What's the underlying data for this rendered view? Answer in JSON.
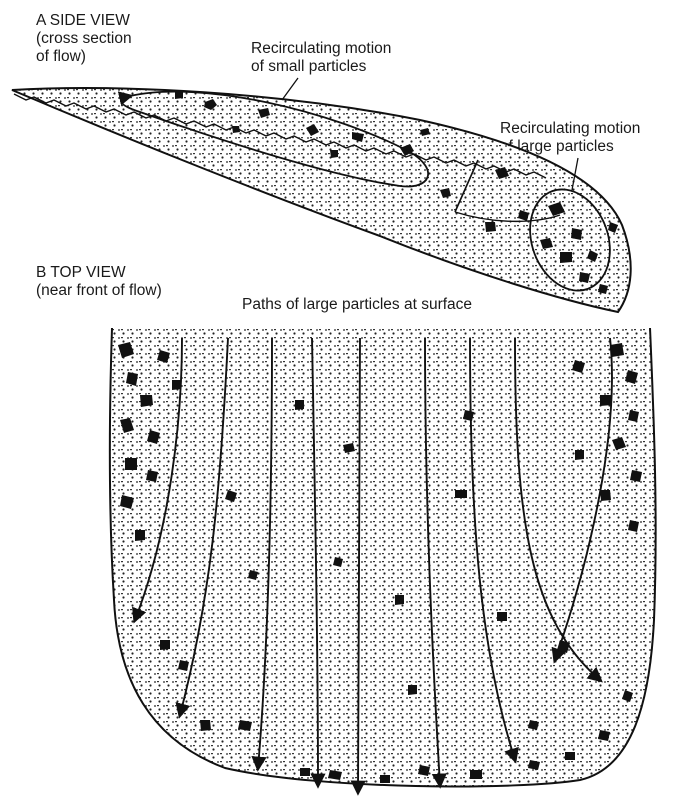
{
  "panel_a": {
    "heading": "A  SIDE VIEW",
    "subtitle_line1": "(cross section",
    "subtitle_line2": "of flow)",
    "small_particles_label_line1": "Recirculating motion",
    "small_particles_label_line2": "of small particles",
    "large_particles_label_line1": "Recirculating motion",
    "large_particles_label_line2": "of large particles"
  },
  "panel_b": {
    "heading": "B  TOP VIEW",
    "subtitle": "(near front of flow)",
    "paths_label": "Paths of large particles at surface"
  }
}
